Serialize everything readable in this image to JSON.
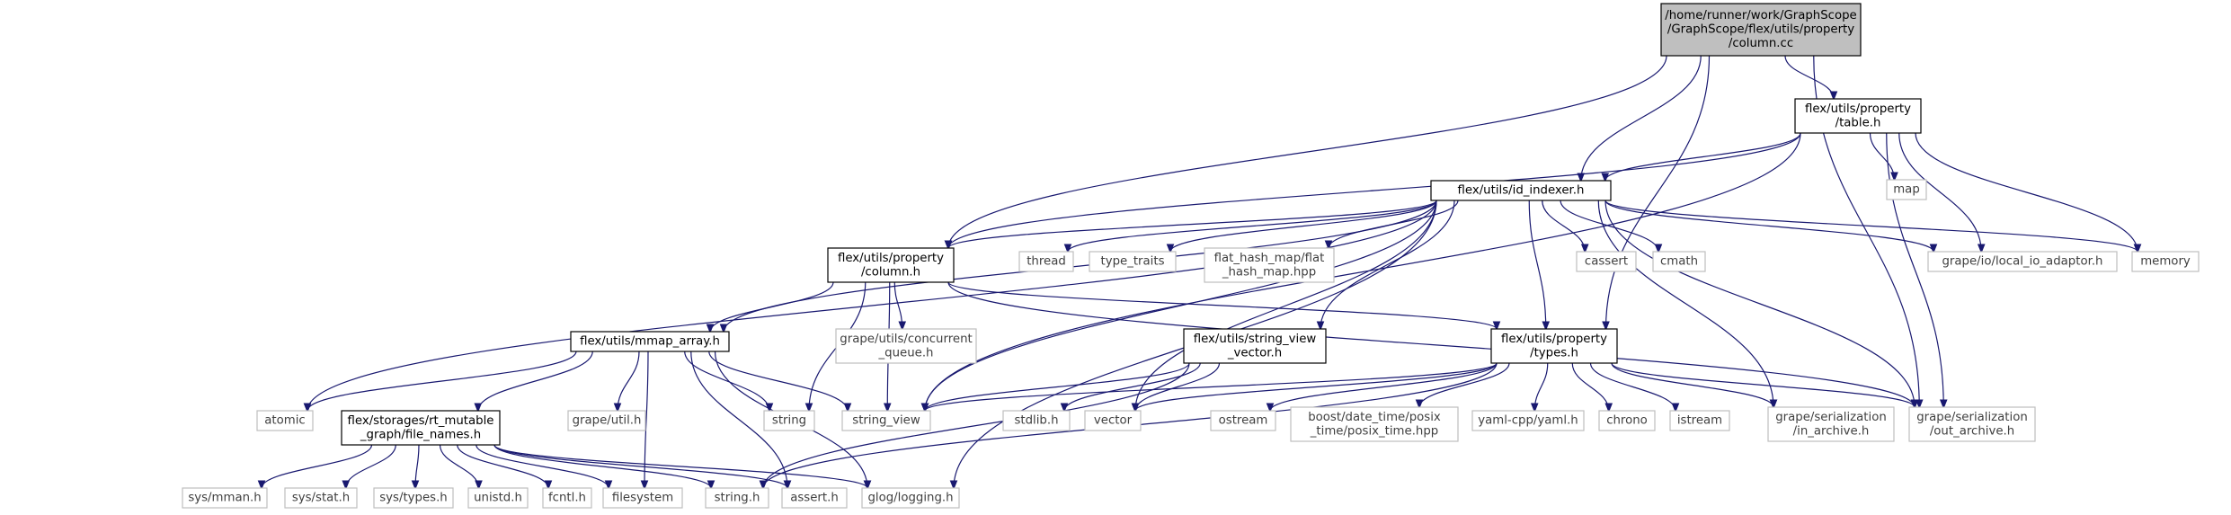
{
  "colors": {
    "edge": "#191970",
    "focus_fill": "#bfbfbf",
    "focus_stroke": "#000000",
    "local_stroke": "#000000",
    "system_stroke": "#bfbfbf",
    "system_text": "#404040"
  },
  "nodes": {
    "column_cc": [
      "/home/runner/work/GraphScope",
      "/GraphScope/flex/utils/property",
      "/column.cc"
    ],
    "table_h": [
      "flex/utils/property",
      "/table.h"
    ],
    "id_indexer_h": [
      "flex/utils/id_indexer.h"
    ],
    "column_h": [
      "flex/utils/property",
      "/column.h"
    ],
    "mmap_array_h": [
      "flex/utils/mmap_array.h"
    ],
    "string_view_vector_h": [
      "flex/utils/string_view",
      "_vector.h"
    ],
    "types_h": [
      "flex/utils/property",
      "/types.h"
    ],
    "file_names_h": [
      "flex/storages/rt_mutable",
      "_graph/file_names.h"
    ],
    "map": [
      "map"
    ],
    "memory": [
      "memory"
    ],
    "local_io_adaptor_h": [
      "grape/io/local_io_adaptor.h"
    ],
    "thread": [
      "thread"
    ],
    "type_traits": [
      "type_traits"
    ],
    "flat_hash_map_hpp": [
      "flat_hash_map/flat",
      "_hash_map.hpp"
    ],
    "cassert": [
      "cassert"
    ],
    "cmath": [
      "cmath"
    ],
    "concurrent_queue_h": [
      "grape/utils/concurrent",
      "_queue.h"
    ],
    "atomic": [
      "atomic"
    ],
    "grape_util_h": [
      "grape/util.h"
    ],
    "string": [
      "string"
    ],
    "string_view": [
      "string_view"
    ],
    "stdlib_h": [
      "stdlib.h"
    ],
    "vector": [
      "vector"
    ],
    "ostream": [
      "ostream"
    ],
    "posix_time_hpp": [
      "boost/date_time/posix",
      "_time/posix_time.hpp"
    ],
    "yaml_h": [
      "yaml-cpp/yaml.h"
    ],
    "chrono": [
      "chrono"
    ],
    "istream": [
      "istream"
    ],
    "in_archive_h": [
      "grape/serialization",
      "/in_archive.h"
    ],
    "out_archive_h": [
      "grape/serialization",
      "/out_archive.h"
    ],
    "sys_mman_h": [
      "sys/mman.h"
    ],
    "sys_stat_h": [
      "sys/stat.h"
    ],
    "sys_types_h": [
      "sys/types.h"
    ],
    "unistd_h": [
      "unistd.h"
    ],
    "fcntl_h": [
      "fcntl.h"
    ],
    "filesystem": [
      "filesystem"
    ],
    "string_h": [
      "string.h"
    ],
    "assert_h": [
      "assert.h"
    ],
    "glog_logging_h": [
      "glog/logging.h"
    ]
  }
}
